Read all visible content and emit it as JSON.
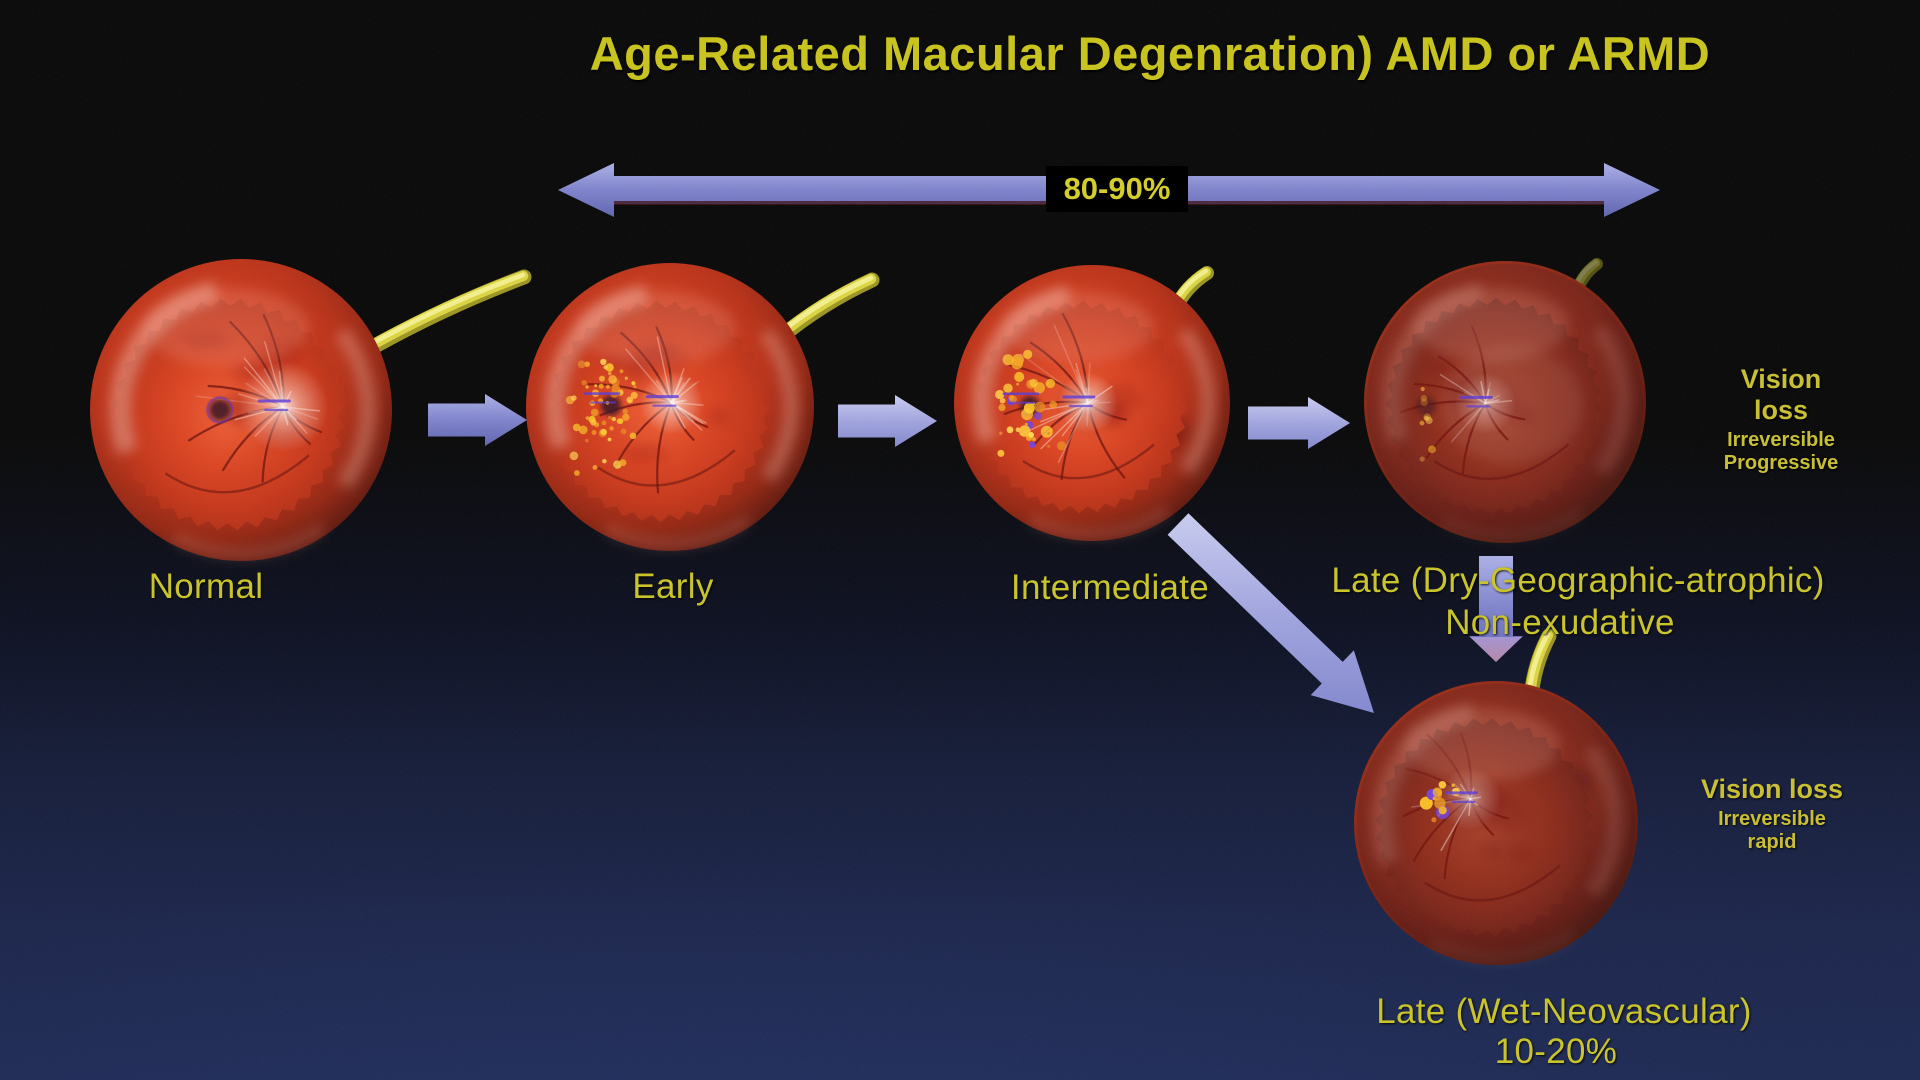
{
  "title": "Age-Related Macular Degenration) AMD or ARMD",
  "top_arrow": {
    "label": "80-90%"
  },
  "stages": [
    {
      "id": "normal",
      "label": "Normal"
    },
    {
      "id": "early",
      "label": "Early"
    },
    {
      "id": "intermediate",
      "label": "Intermediate"
    },
    {
      "id": "late_dry",
      "label": "Late (Dry-Geographic-atrophic)",
      "sublabel": "Non-exudative"
    },
    {
      "id": "late_wet",
      "label": "Late (Wet-Neovascular)",
      "sublabel": "10-20%"
    }
  ],
  "annotations": {
    "dry_vision": {
      "title": "Vision loss",
      "line1": "Irreversible",
      "line2": "Progressive"
    },
    "wet_vision": {
      "title": "Vision loss",
      "line1": "Irreversible",
      "line2": "rapid"
    }
  },
  "colors": {
    "text_yellow": "#c9c42c",
    "title_yellow": "#c8c31f",
    "arrow_purple": "#797ec9",
    "eye_red": "#c22f14",
    "stalk_yellow": "#d8d23c",
    "background_bottom": "#16224d"
  }
}
